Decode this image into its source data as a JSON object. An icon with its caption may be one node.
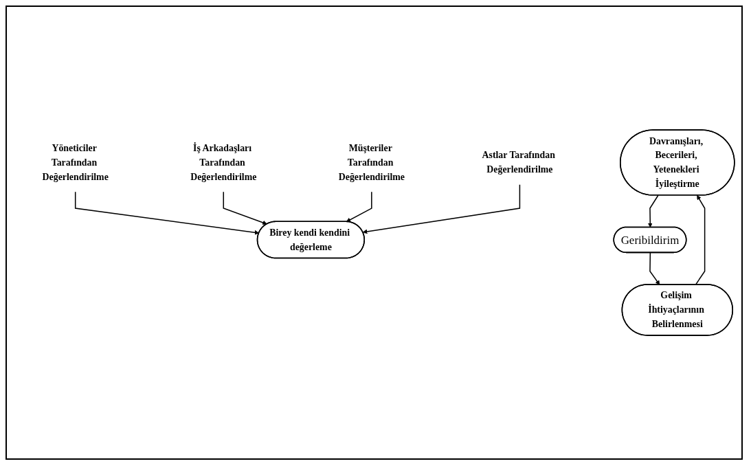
{
  "diagram": {
    "nodes": [
      {
        "text": [
          "Davranışları, Becerileri, Yetenekleri İyileştirme"
        ]
      },
      {
        "text": [
          "Yöneticiler Tarafından Değerlendirilme"
        ]
      },
      {
        "text": [
          "Gelişim İhtiyaçlarının Belirlenmesi"
        ]
      },
      {
        "text": [
          "İş Arkadaşları Tarafından Değerlendirilme"
        ]
      },
      {
        "text": [
          "Birey kendi kendini değerleme"
        ]
      },
      {
        "text": [
          "Müşteriler Tarafından Değerlendirilme"
        ]
      },
      {
        "text": [
          "Astlar Tarafından Değerlendirilme"
        ]
      },
      {
        "text": [
          "Geribildirim"
        ]
      }
    ],
    "edges": [
      {
        "from": 0,
        "to": 7,
        "arrow": "to"
      },
      {
        "from": 7,
        "to": 2,
        "arrow": "to"
      },
      {
        "from": 2,
        "to": 0,
        "arrow": "to"
      },
      {
        "from": 1,
        "to": 4,
        "arrow": "to"
      },
      {
        "from": 3,
        "to": 4,
        "arrow": "to"
      },
      {
        "from": 5,
        "to": 4,
        "arrow": "to"
      },
      {
        "from": 6,
        "to": 4,
        "arrow": "to"
      }
    ]
  }
}
